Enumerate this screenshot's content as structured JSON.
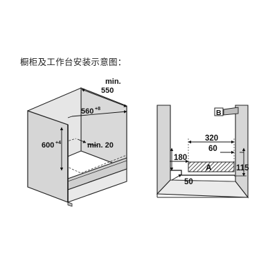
{
  "caption": "橱柜及工作台安装示意图：",
  "left_diagram": {
    "min_550_line1": "min.",
    "min_550_line2": "550",
    "width_560": "560",
    "width_560_sup": "+8",
    "height_600": "600",
    "height_600_sup": "+4",
    "min_20": "min. 20"
  },
  "right_diagram": {
    "label_b": "B",
    "dim_320": "320",
    "dim_60": "60",
    "dim_180": "180",
    "label_a": "A",
    "dim_115": "115",
    "dim_50": "50"
  }
}
